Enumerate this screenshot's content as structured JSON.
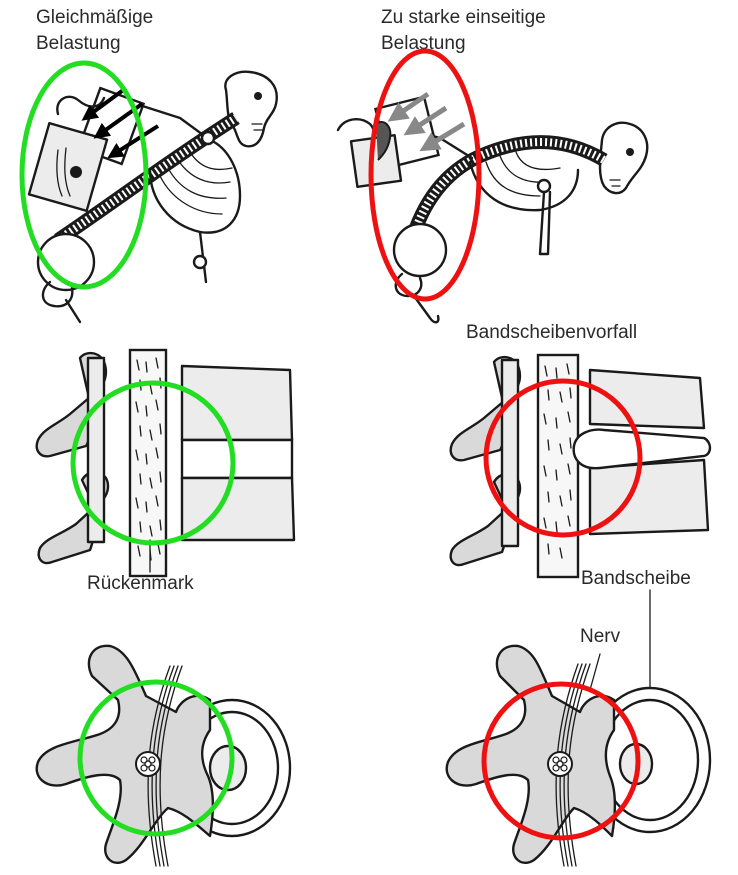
{
  "labels": {
    "left_title_line1": "Gleichmäßige",
    "left_title_line2": "Belastung",
    "right_title_line1": "Zu starke einseitige",
    "right_title_line2": "Belastung",
    "herniation": "Bandscheibenvorfall",
    "spinal_cord": "Rückenmark",
    "disc": "Bandscheibe",
    "nerve": "Nerv"
  },
  "colors": {
    "normal_highlight": "#22dd22",
    "problem_highlight": "#ee1111",
    "line_art": "#1a1a1a",
    "text": "#2a2a2a"
  }
}
